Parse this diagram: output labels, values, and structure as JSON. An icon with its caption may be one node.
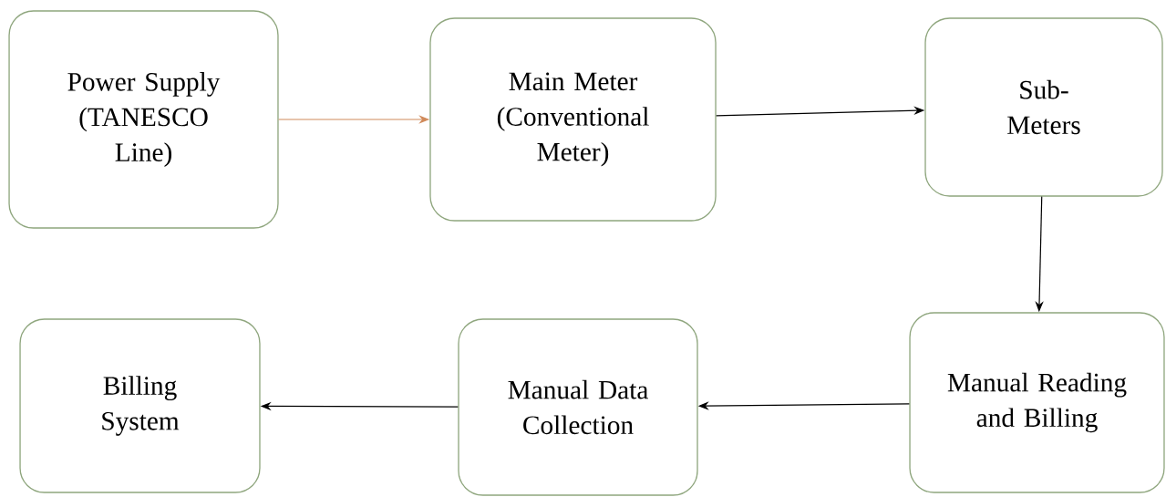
{
  "diagram": {
    "nodes": [
      {
        "text": [
          "Power Supply (TANESCO Line)"
        ]
      },
      {
        "text": [
          "Main Meter (Conventional Meter)"
        ]
      },
      {
        "text": [
          "Sub-Meters"
        ]
      },
      {
        "text": [
          "Manual Reading and Billing"
        ]
      },
      {
        "text": [
          "Manual Data Collection"
        ]
      },
      {
        "text": [
          "Billing System"
        ]
      }
    ],
    "edges": [
      {
        "from": 0,
        "to": 1,
        "arrow": "to",
        "color": "#d08a5a"
      },
      {
        "from": 1,
        "to": 2,
        "arrow": "to"
      },
      {
        "from": 2,
        "to": 3,
        "arrow": "to"
      },
      {
        "from": 3,
        "to": 4,
        "arrow": "to"
      },
      {
        "from": 4,
        "to": 5,
        "arrow": "to"
      }
    ]
  }
}
